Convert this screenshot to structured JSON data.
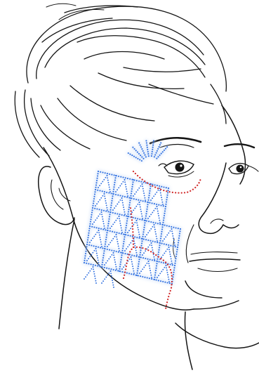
{
  "colors": {
    "outline": "#151515",
    "treatment_dots": "#2f6fe0",
    "treatment_glow": "#c9dcf7",
    "lift_boundary": "#d12a2a"
  },
  "layers": [
    "face-line-drawing",
    "hair-line-drawing",
    "eye-and-brow",
    "blue-dot-grid-cheek",
    "blue-dot-fan-temple",
    "red-dotted-lift-outline"
  ]
}
